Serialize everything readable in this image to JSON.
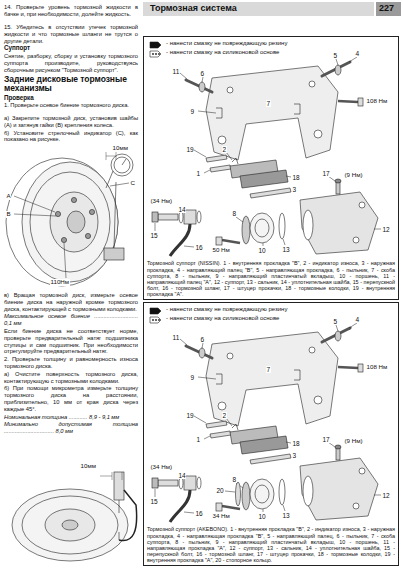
{
  "diagram": {
    "title": "Тормозная система",
    "nodes": [
      {
        "text": [
          "Тормозной суппорт (NISSIN). 1 - внутренняя прокладка \"В\", 2 - индикатор износа, 3 - наружная прокладка, 4 - направляющий палец \"В\", 5 - направляющая прокладка, 6 - пыльник, 7 - скоба суппорта, 8 - пыльник, 9 - направляющий пластинчатый вкладыш, 10 - поршень, 11 - направляющий палец \"А\", 12 - суппорт, 13 - сальник, 14 - уплотнительная шайба, 15 - перепускной болт, 16 - тормозной шланг, 17 - штуцер прокачки, 18 - тормозные колодки, 19 - внутренняя прокладка \"А\"."
        ]
      },
      {
        "text": [
          "Тормозной суппорт (AKEBONO). 1 - внутренняя прокладка \"В\", 2 - индикатор износа, 3 - наружная прокладка, 4 - направляющая прокладка \"В\", 5 - направляющий палец, 6 - пыльник, 7 - скоба суппорта, 8 - пыльник, 9 - направляющий пластинчатый вкладыш, 10 - поршень, 11 - направляющая прокладка \"А\", 12 - суппорт, 13 - сальник, 14 - уплотнительная шайба, 15 - перепускной болт, 16 - тормозной шланг, 17 - штуцер прокачки, 18 - тормозные колодки, 19 - внутренняя прокладка \"А\", 20 - стопорное кольцо."
        ]
      }
    ],
    "labels": [
      "227",
      "14. Проверьте уровень тормозной жидкости в бачке и, при необходимости, долейте жидкость.",
      "15. Убедитесь в отсутствии утечек тормозной жидкости и что тормозные шланги не трутся о другие детали.",
      "Суппорт",
      "Снятие, разборку, сборку и установку тормозного суппорта производите, руководствуясь сборочным рисунком \"Тормозной суппорт\".",
      "Задние дисковые тормозные механизмы",
      "Проверка",
      "1. Проверьте осевое биение тормозного диска.",
      "а) Закрепите тормозной диск, установив шайбы (А) и затянув гайки (В) крепления колеса.",
      "б) Установите стрелочный индикатор (С), как показано на рисунке.",
      "в) Вращая тормозной диск, измерьте осевое биение диска на наружной кромке тормозного диска, контактирующей с тормозными колодками.",
      "Максимальное осевое биение ............................ 0,1 мм",
      "Если биение диска не соответствует норме, проверьте предварительный натяг подшипника ступицы и сам подшипник. При необходимости отрегулируйте предварительный натяг.",
      "2. Проверьте толщину и равномерность износа тормозного диска.",
      "а) Очистите поверхность тормозного диска, контактирующую с тормозными колодками.",
      "б) При помощи микрометра измерьте толщину тормозного диска на расстоянии, приблизительно, 10 мм от края диска через каждые 45°.",
      "Номинальная толщина ............ 8,9 - 9,1 мм",
      "Минимально допустимая толщина ................................ 8,0 мм",
      "10мм",
      "А",
      "В",
      "С",
      "110Нм",
      "10мм",
      "108 Нм",
      "(9 Нм)",
      "(34 Нм)",
      "50 Нм",
      "1",
      "2",
      "3",
      "4",
      "5",
      "6",
      "7",
      "8",
      "9",
      "10",
      "11",
      "12",
      "13",
      "14",
      "15",
      "16",
      "17",
      "18",
      "19",
      "108 Нм",
      "(9 Нм)",
      "(34 Нм)",
      "34 Нм",
      "1",
      "2",
      "3",
      "4",
      "5",
      "6",
      "7",
      "8",
      "9",
      "10",
      "11",
      "12",
      "13",
      "14",
      "15",
      "16",
      "17",
      "18",
      "19",
      "20"
    ],
    "legend": [
      {
        "text": "- нанести смазку не повреждающую резину"
      },
      {
        "text": "- нанести смазку на силиконовой основе"
      },
      {
        "text": "- нанести смазку не повреждающую резину"
      },
      {
        "text": "- нанести смазку на силиконовой основе"
      }
    ]
  }
}
